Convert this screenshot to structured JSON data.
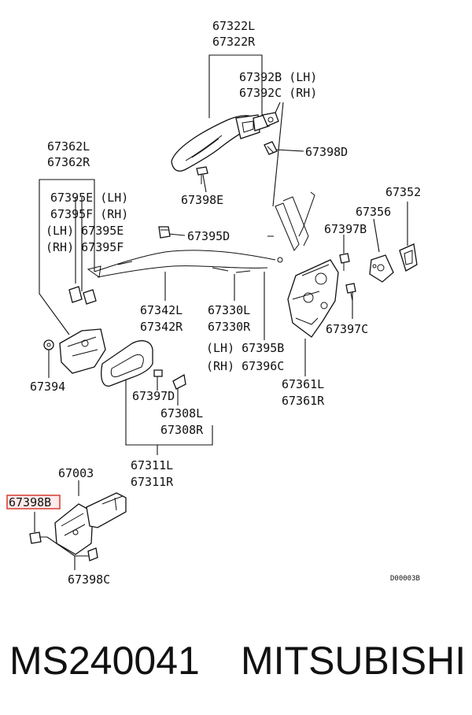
{
  "labels": {
    "p67322L": "67322L",
    "p67322R": "67322R",
    "p67392B": "67392B (LH)",
    "p67392C": "67392C (RH)",
    "p67398D": "67398D",
    "p67362L": "67362L",
    "p67362R": "67362R",
    "p67395E_lh": "67395E (LH)",
    "p67395F_rh": "67395F (RH)",
    "p67395E_lh2": "(LH) 67395E",
    "p67395F_rh2": "(RH) 67395F",
    "p67398E": "67398E",
    "p67395D": "67395D",
    "p67352": "67352",
    "p67356": "67356",
    "p67397B": "67397B",
    "p67342L": "67342L",
    "p67342R": "67342R",
    "p67330L": "67330L",
    "p67330R": "67330R",
    "p67395B": "(LH) 67395B",
    "p67396C": "(RH) 67396C",
    "p67397C": "67397C",
    "p67394": "67394",
    "p67397D": "67397D",
    "p67308L": "67308L",
    "p67308R": "67308R",
    "p67361L": "67361L",
    "p67361R": "67361R",
    "p67311L": "67311L",
    "p67311R": "67311R",
    "p67003": "67003",
    "p67398B": "67398B",
    "p67398C": "67398C",
    "diagram_code": "D00003B"
  },
  "footer": {
    "part_number": "MS240041",
    "brand": "MITSUBISHI"
  },
  "colors": {
    "highlight_border": "#d9463b",
    "highlight_fill": "#fdeaea"
  }
}
